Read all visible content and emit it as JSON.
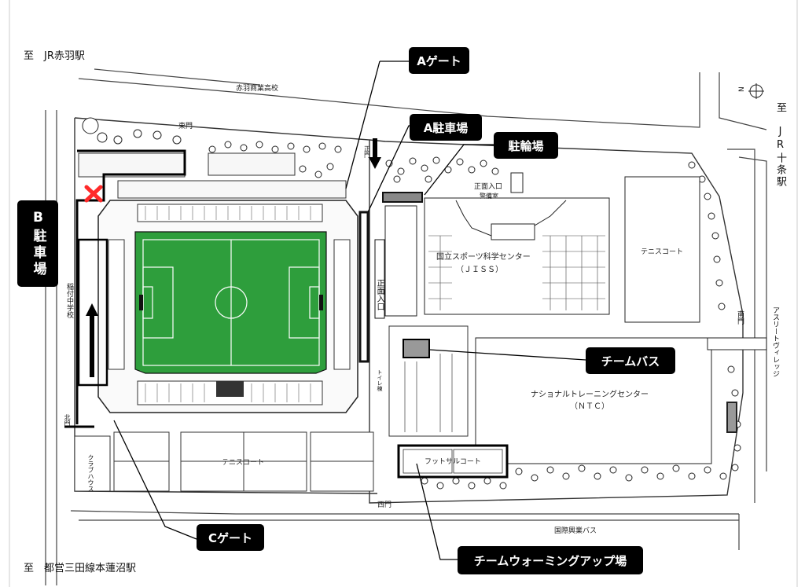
{
  "destinations": {
    "top_left": "至　JR赤羽駅",
    "bottom_left": "至　都営三田線本蓮沼駅",
    "right": "至　JR十条駅"
  },
  "map_text": {
    "school_north": "赤羽商業高校",
    "east_gate": "東門",
    "main_gate": "正門",
    "main_entrance": "正面入口",
    "main_entrance_upper": "正面入口",
    "security": "警備室",
    "jiss_name": "国立スポーツ科学センター",
    "jiss_abbr": "（ＪＩＳＳ）",
    "tennis_court_right": "テニスコート",
    "ntc_name": "ナショナルトレーニングセンター",
    "ntc_abbr": "（ＮＴＣ）",
    "tennis_court_bottom": "テニスコート",
    "futsal_court": "フットサルコート",
    "west_gate": "西門",
    "bus_stop": "国際興業バス",
    "south_gate": "南門",
    "athlete_village": "アスリートヴィレッジ",
    "junior_high": "稲付中学校",
    "club_house": "クラブハウス",
    "north_gate": "北門",
    "toilet": "トイレ棟"
  },
  "callouts": {
    "a_gate": "Aゲート",
    "a_parking": "A駐車場",
    "bicycle_parking": "駐輪場",
    "b_parking": "B駐車場",
    "team_bus": "チームバス",
    "c_gate": "Cゲート",
    "warming_up": "チームウォーミングアップ場"
  },
  "compass": "N",
  "colors": {
    "pitch": "#2e9e3c",
    "callout_bg": "#000000",
    "no_entry_mark": "#ff2a2a"
  }
}
